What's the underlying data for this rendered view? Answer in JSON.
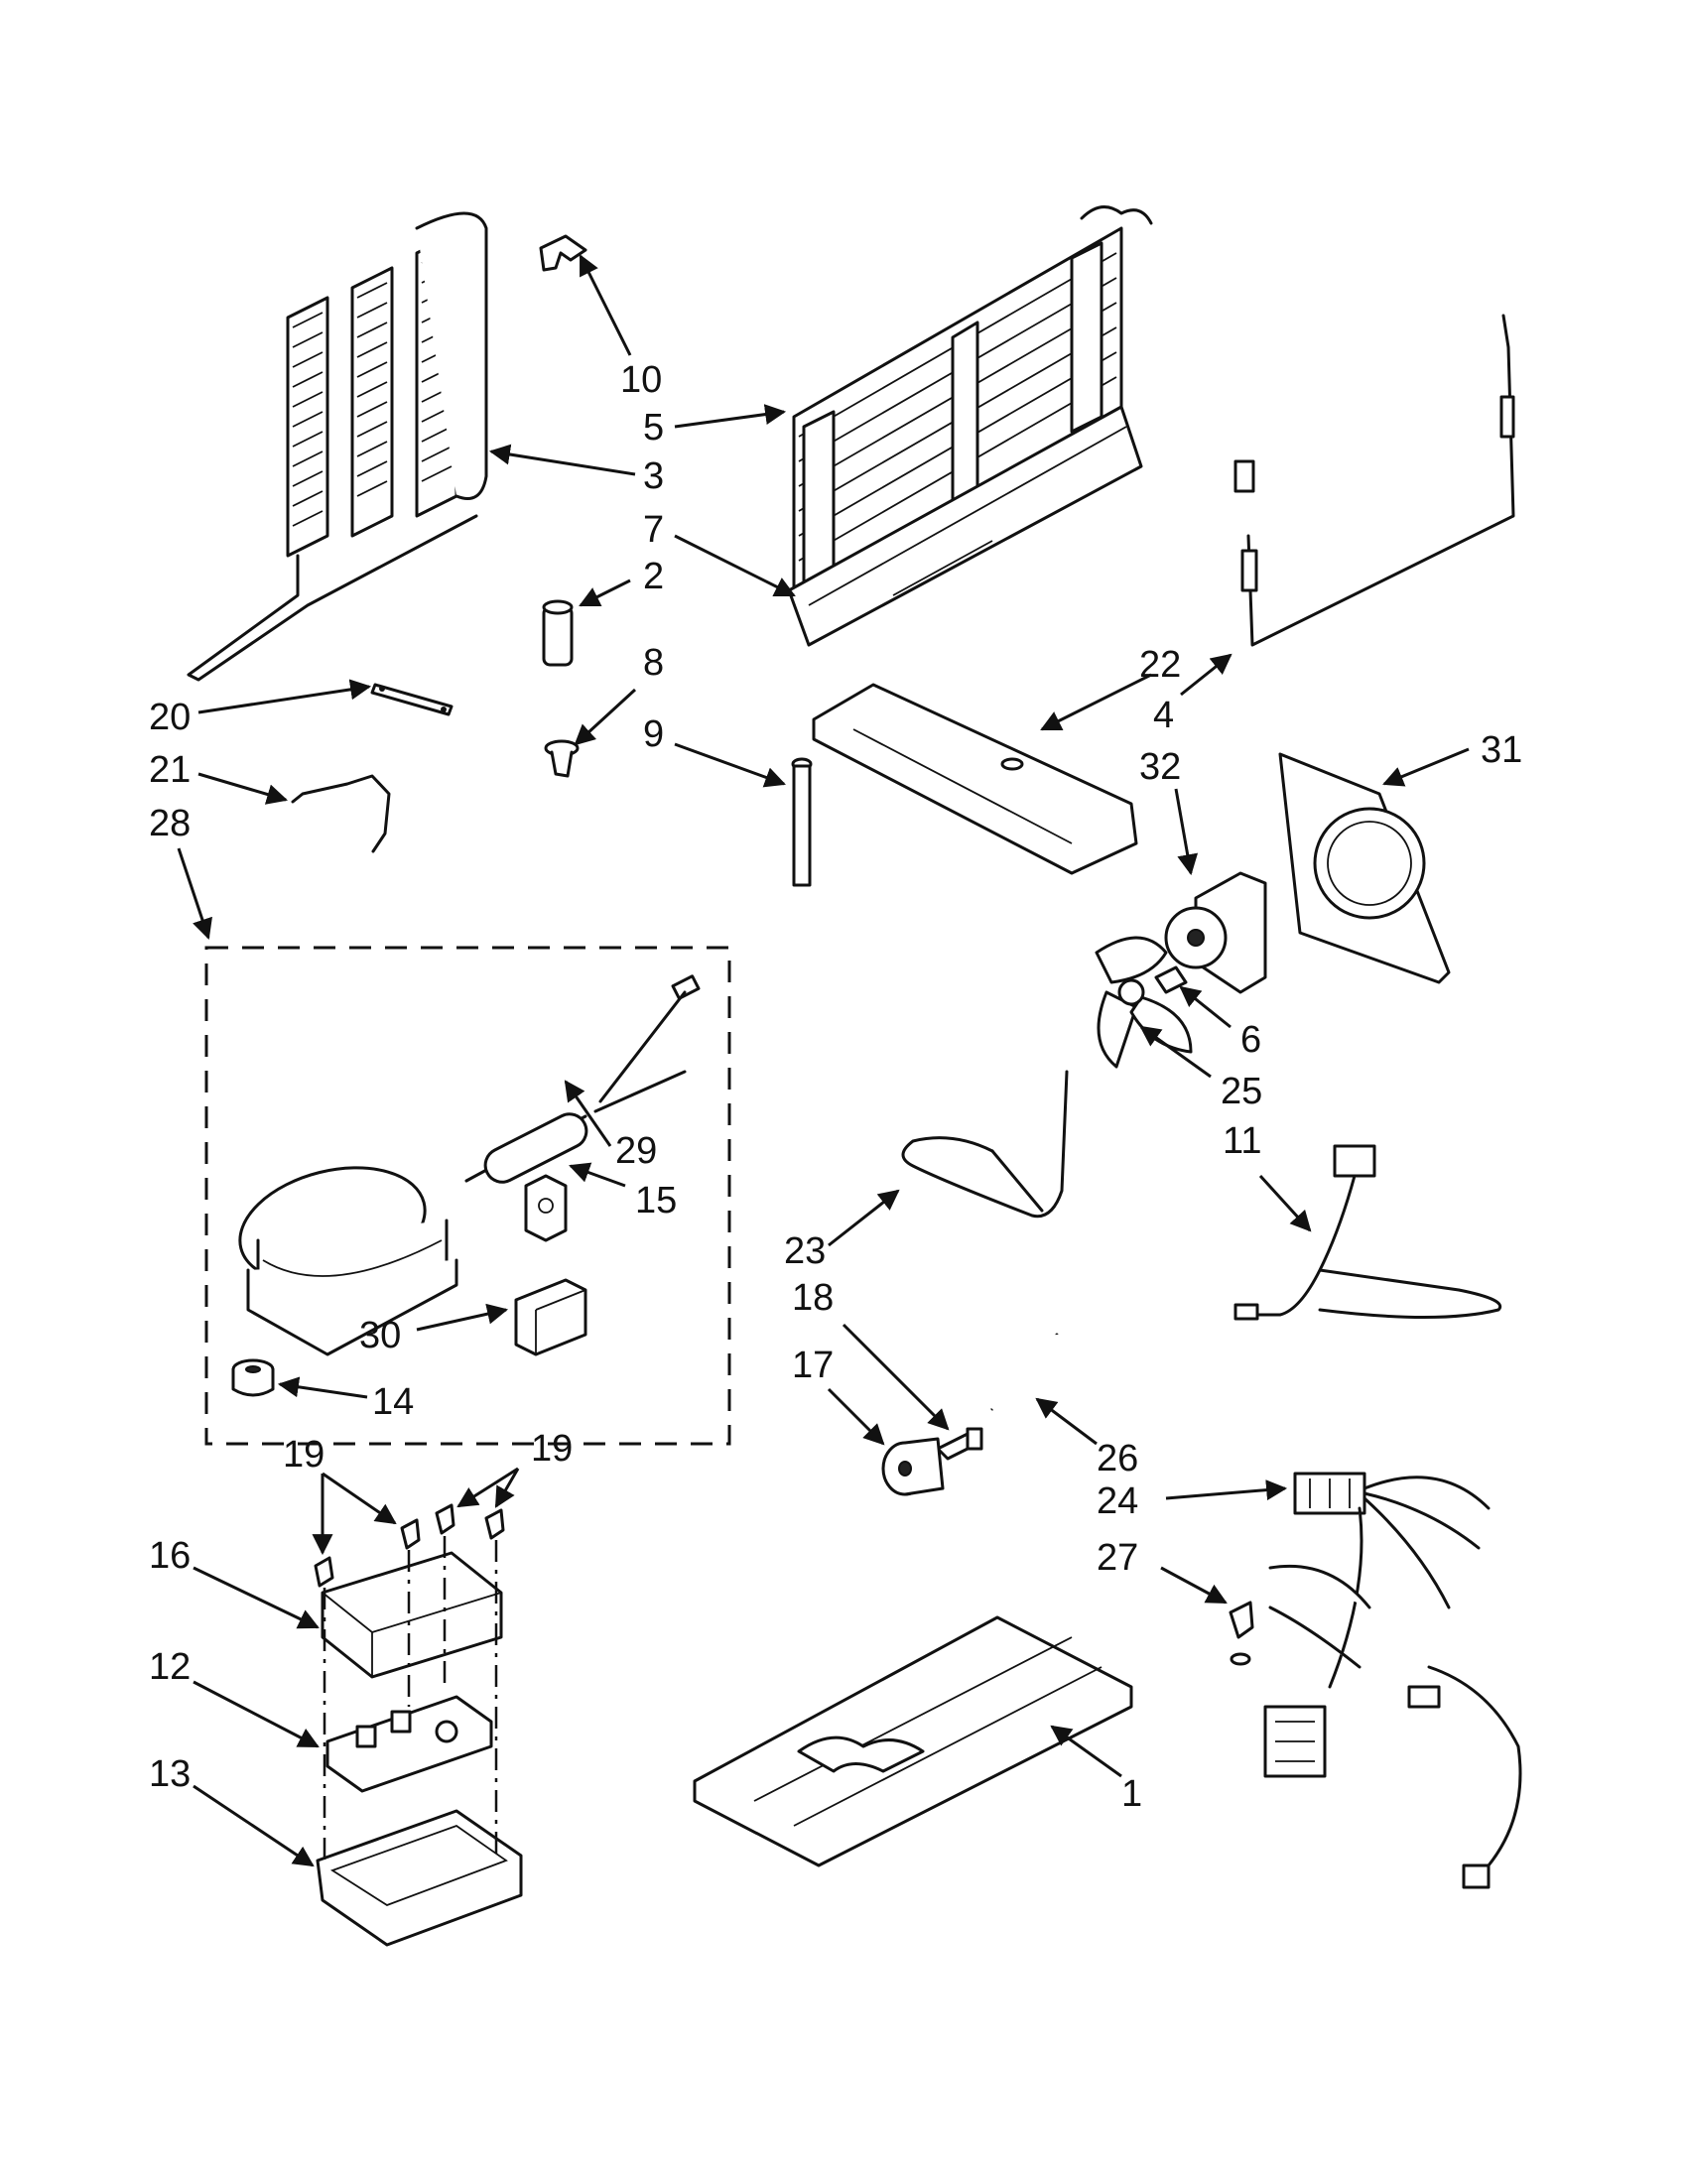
{
  "diagram": {
    "title": "",
    "callouts": [
      {
        "id": "c1",
        "label": "1"
      },
      {
        "id": "c2",
        "label": "2"
      },
      {
        "id": "c3",
        "label": "3"
      },
      {
        "id": "c4",
        "label": "4"
      },
      {
        "id": "c5",
        "label": "5"
      },
      {
        "id": "c6",
        "label": "6"
      },
      {
        "id": "c7",
        "label": "7"
      },
      {
        "id": "c8",
        "label": "8"
      },
      {
        "id": "c9",
        "label": "9"
      },
      {
        "id": "c10",
        "label": "10"
      },
      {
        "id": "c11",
        "label": "11"
      },
      {
        "id": "c12",
        "label": "12"
      },
      {
        "id": "c13",
        "label": "13"
      },
      {
        "id": "c14",
        "label": "14"
      },
      {
        "id": "c15",
        "label": "15"
      },
      {
        "id": "c16",
        "label": "16"
      },
      {
        "id": "c17",
        "label": "17"
      },
      {
        "id": "c18",
        "label": "18"
      },
      {
        "id": "c19a",
        "label": "19"
      },
      {
        "id": "c19b",
        "label": "19"
      },
      {
        "id": "c20",
        "label": "20"
      },
      {
        "id": "c21",
        "label": "21"
      },
      {
        "id": "c22",
        "label": "22"
      },
      {
        "id": "c23",
        "label": "23"
      },
      {
        "id": "c24",
        "label": "24"
      },
      {
        "id": "c25",
        "label": "25"
      },
      {
        "id": "c26",
        "label": "26"
      },
      {
        "id": "c27",
        "label": "27"
      },
      {
        "id": "c28",
        "label": "28"
      },
      {
        "id": "c29",
        "label": "29"
      },
      {
        "id": "c30",
        "label": "30"
      },
      {
        "id": "c31",
        "label": "31"
      },
      {
        "id": "c32",
        "label": "32"
      }
    ]
  }
}
